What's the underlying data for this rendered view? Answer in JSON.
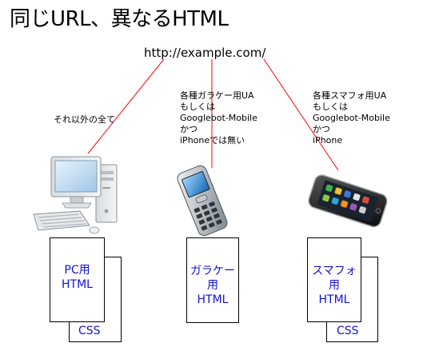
{
  "title": "同じURL、異なるHTML",
  "url": "http://example.com/",
  "colors": {
    "line": "#ff0000",
    "label_text": "#1212d8",
    "box_border": "#000000"
  },
  "devices": [
    {
      "id": "pc",
      "icon": "desktop-pc-icon",
      "caption": [
        "それ以外の全て"
      ],
      "html_box": [
        "PC用",
        "HTML"
      ],
      "css_label": "CSS"
    },
    {
      "id": "feature-phone",
      "icon": "feature-phone-icon",
      "caption": [
        "各種ガラケー用UA",
        "もしくは",
        "Googlebot-Mobile",
        "かつ",
        "iPhoneでは無い"
      ],
      "html_box": [
        "ガラケー用",
        "HTML"
      ],
      "css_label": ""
    },
    {
      "id": "smartphone",
      "icon": "smartphone-icon",
      "caption": [
        "各種スマフォ用UA",
        "もしくは",
        "Googlebot-Mobile",
        "かつ",
        "iPhone"
      ],
      "html_box": [
        "スマフォ用",
        "HTML"
      ],
      "css_label": "CSS"
    }
  ]
}
